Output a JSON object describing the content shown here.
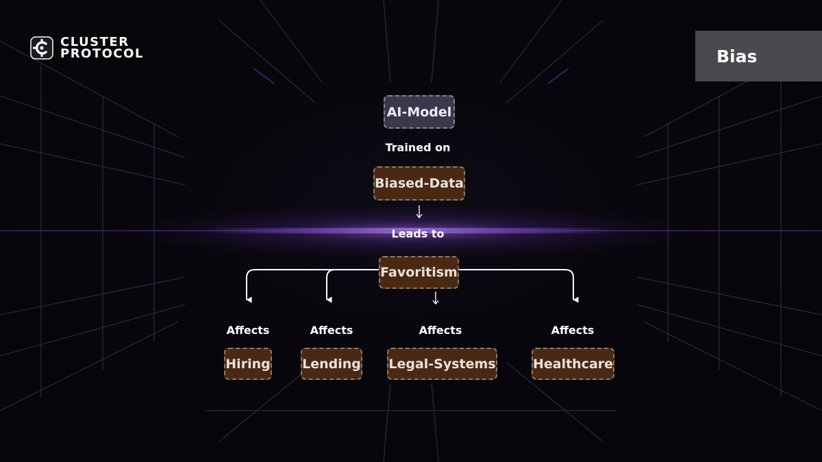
{
  "brand": {
    "line1": "CLUSTER",
    "line2": "PROTOCOL",
    "logo_icon": "cluster-protocol-logo"
  },
  "tag": {
    "label": "Bias"
  },
  "diagram": {
    "root": {
      "label": "AI-Model"
    },
    "edge1": {
      "label": "Trained on"
    },
    "data": {
      "label": "Biased-Data"
    },
    "edge2": {
      "label": "Leads to"
    },
    "outcome": {
      "label": "Favoritism"
    },
    "edge_label": "Affects",
    "impacts": [
      {
        "label": "Hiring"
      },
      {
        "label": "Lending"
      },
      {
        "label": "Legal-Systems"
      },
      {
        "label": "Healthcare"
      }
    ]
  },
  "colors": {
    "background": "#07060b",
    "accent_purple": "#9b5cff",
    "node_brown": "#4a2914",
    "node_slate": "#3a384a",
    "tag_grey": "#4a4a4e"
  }
}
